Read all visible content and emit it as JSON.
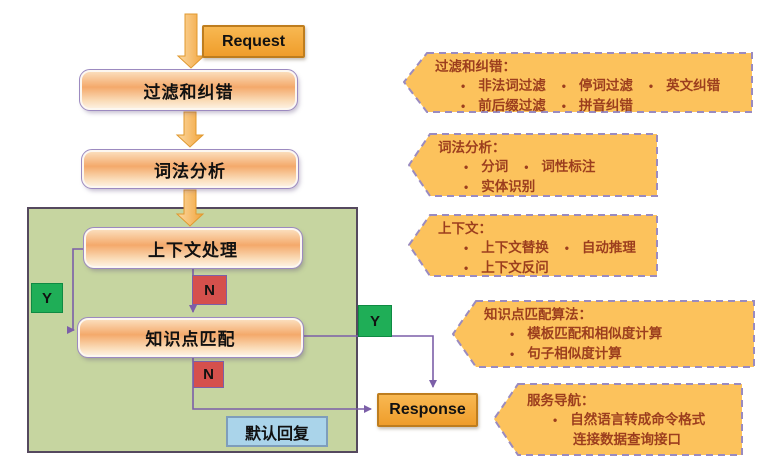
{
  "flow": {
    "request": "Request",
    "filter": "过滤和纠错",
    "lexical": "词法分析",
    "context": "上下文处理",
    "knowledge": "知识点匹配",
    "default_reply": "默认回复",
    "response": "Response"
  },
  "labels": {
    "yes": "Y",
    "no": "N"
  },
  "callouts": [
    {
      "title": "过滤和纠错：",
      "rows": [
        {
          "items": [
            {
              "bullet": true,
              "text": "非法词过滤"
            },
            {
              "bullet": true,
              "text": "停词过滤"
            },
            {
              "bullet": true,
              "text": "英文纠错"
            }
          ]
        },
        {
          "items": [
            {
              "bullet": true,
              "text": "前后缀过滤"
            },
            {
              "bullet": true,
              "text": "拼音纠错"
            }
          ]
        }
      ]
    },
    {
      "title": "词法分析：",
      "rows": [
        {
          "items": [
            {
              "bullet": true,
              "text": "分词"
            },
            {
              "bullet": true,
              "text": "词性标注"
            }
          ]
        },
        {
          "items": [
            {
              "bullet": true,
              "text": "实体识别"
            }
          ]
        }
      ]
    },
    {
      "title": "上下文：",
      "rows": [
        {
          "items": [
            {
              "bullet": true,
              "text": "上下文替换"
            },
            {
              "bullet": true,
              "text": "自动推理"
            }
          ]
        },
        {
          "items": [
            {
              "bullet": true,
              "text": "上下文反问"
            }
          ]
        }
      ]
    },
    {
      "title": "知识点匹配算法：",
      "rows": [
        {
          "items": [
            {
              "bullet": true,
              "text": "模板匹配和相似度计算"
            }
          ]
        },
        {
          "items": [
            {
              "bullet": true,
              "text": "句子相似度计算"
            }
          ]
        }
      ]
    },
    {
      "title": "服务导航：",
      "rows": [
        {
          "items": [
            {
              "bullet": true,
              "text": "自然语言转成命令格式"
            }
          ]
        },
        {
          "items": [
            {
              "bullet": false,
              "text": "连接数据查询接口"
            }
          ]
        }
      ]
    }
  ],
  "colors": {
    "callout_fill": "#FCC25C",
    "callout_border": "#9A8BC0",
    "callout_text": "#9C3E1E",
    "container_fill": "#C6D5A0",
    "connector": "#7C5FA8",
    "no_badge": "#D5504C",
    "yes_badge": "#1FAE57",
    "io_fill": "#F2A438",
    "reply_fill": "#AAD4EA"
  }
}
